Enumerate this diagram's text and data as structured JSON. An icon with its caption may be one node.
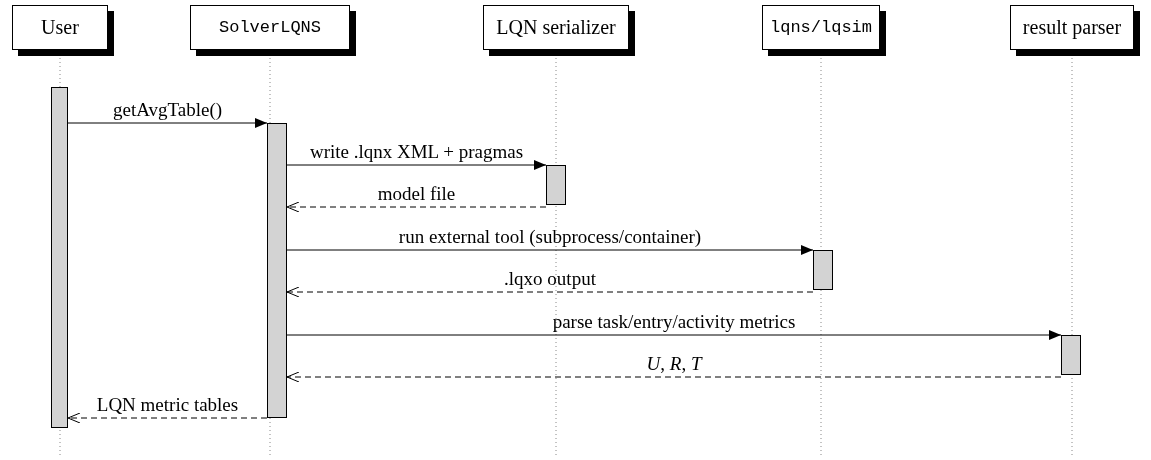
{
  "diagram": {
    "nodes": [
      {
        "text": [
          "User"
        ]
      },
      {
        "text": [
          "SolverLQNS"
        ]
      },
      {
        "text": [
          "LQN serializer"
        ]
      },
      {
        "text": [
          "lqns/lqsim"
        ]
      },
      {
        "text": [
          "result parser"
        ]
      },
      {
        "text": [],
        "shape": "bar"
      },
      {
        "text": [],
        "shape": "bar"
      },
      {
        "text": [],
        "shape": "bar"
      },
      {
        "text": [],
        "shape": "bar"
      },
      {
        "text": [],
        "shape": "bar"
      }
    ],
    "edges": [
      {
        "from": 5,
        "to": 6,
        "arrow": "to",
        "label": "getAvgTable()"
      },
      {
        "from": 6,
        "to": 7,
        "arrow": "to",
        "label": "write .lqnx XML + pragmas"
      },
      {
        "from": 7,
        "to": 6,
        "arrow": "to",
        "label": "model file",
        "style": "dashed"
      },
      {
        "from": 6,
        "to": 8,
        "arrow": "to",
        "label": "run external tool (subprocess/container)"
      },
      {
        "from": 8,
        "to": 6,
        "arrow": "to",
        "label": ".lqxo output",
        "style": "dashed"
      },
      {
        "from": 6,
        "to": 9,
        "arrow": "to",
        "label": "parse task/entry/activity metrics"
      },
      {
        "from": 9,
        "to": 6,
        "arrow": "to",
        "label": "*U*, *R*, *T*",
        "style": "dashed"
      },
      {
        "from": 6,
        "to": 5,
        "arrow": "to",
        "label": "LQN metric tables",
        "style": "dashed"
      }
    ]
  }
}
